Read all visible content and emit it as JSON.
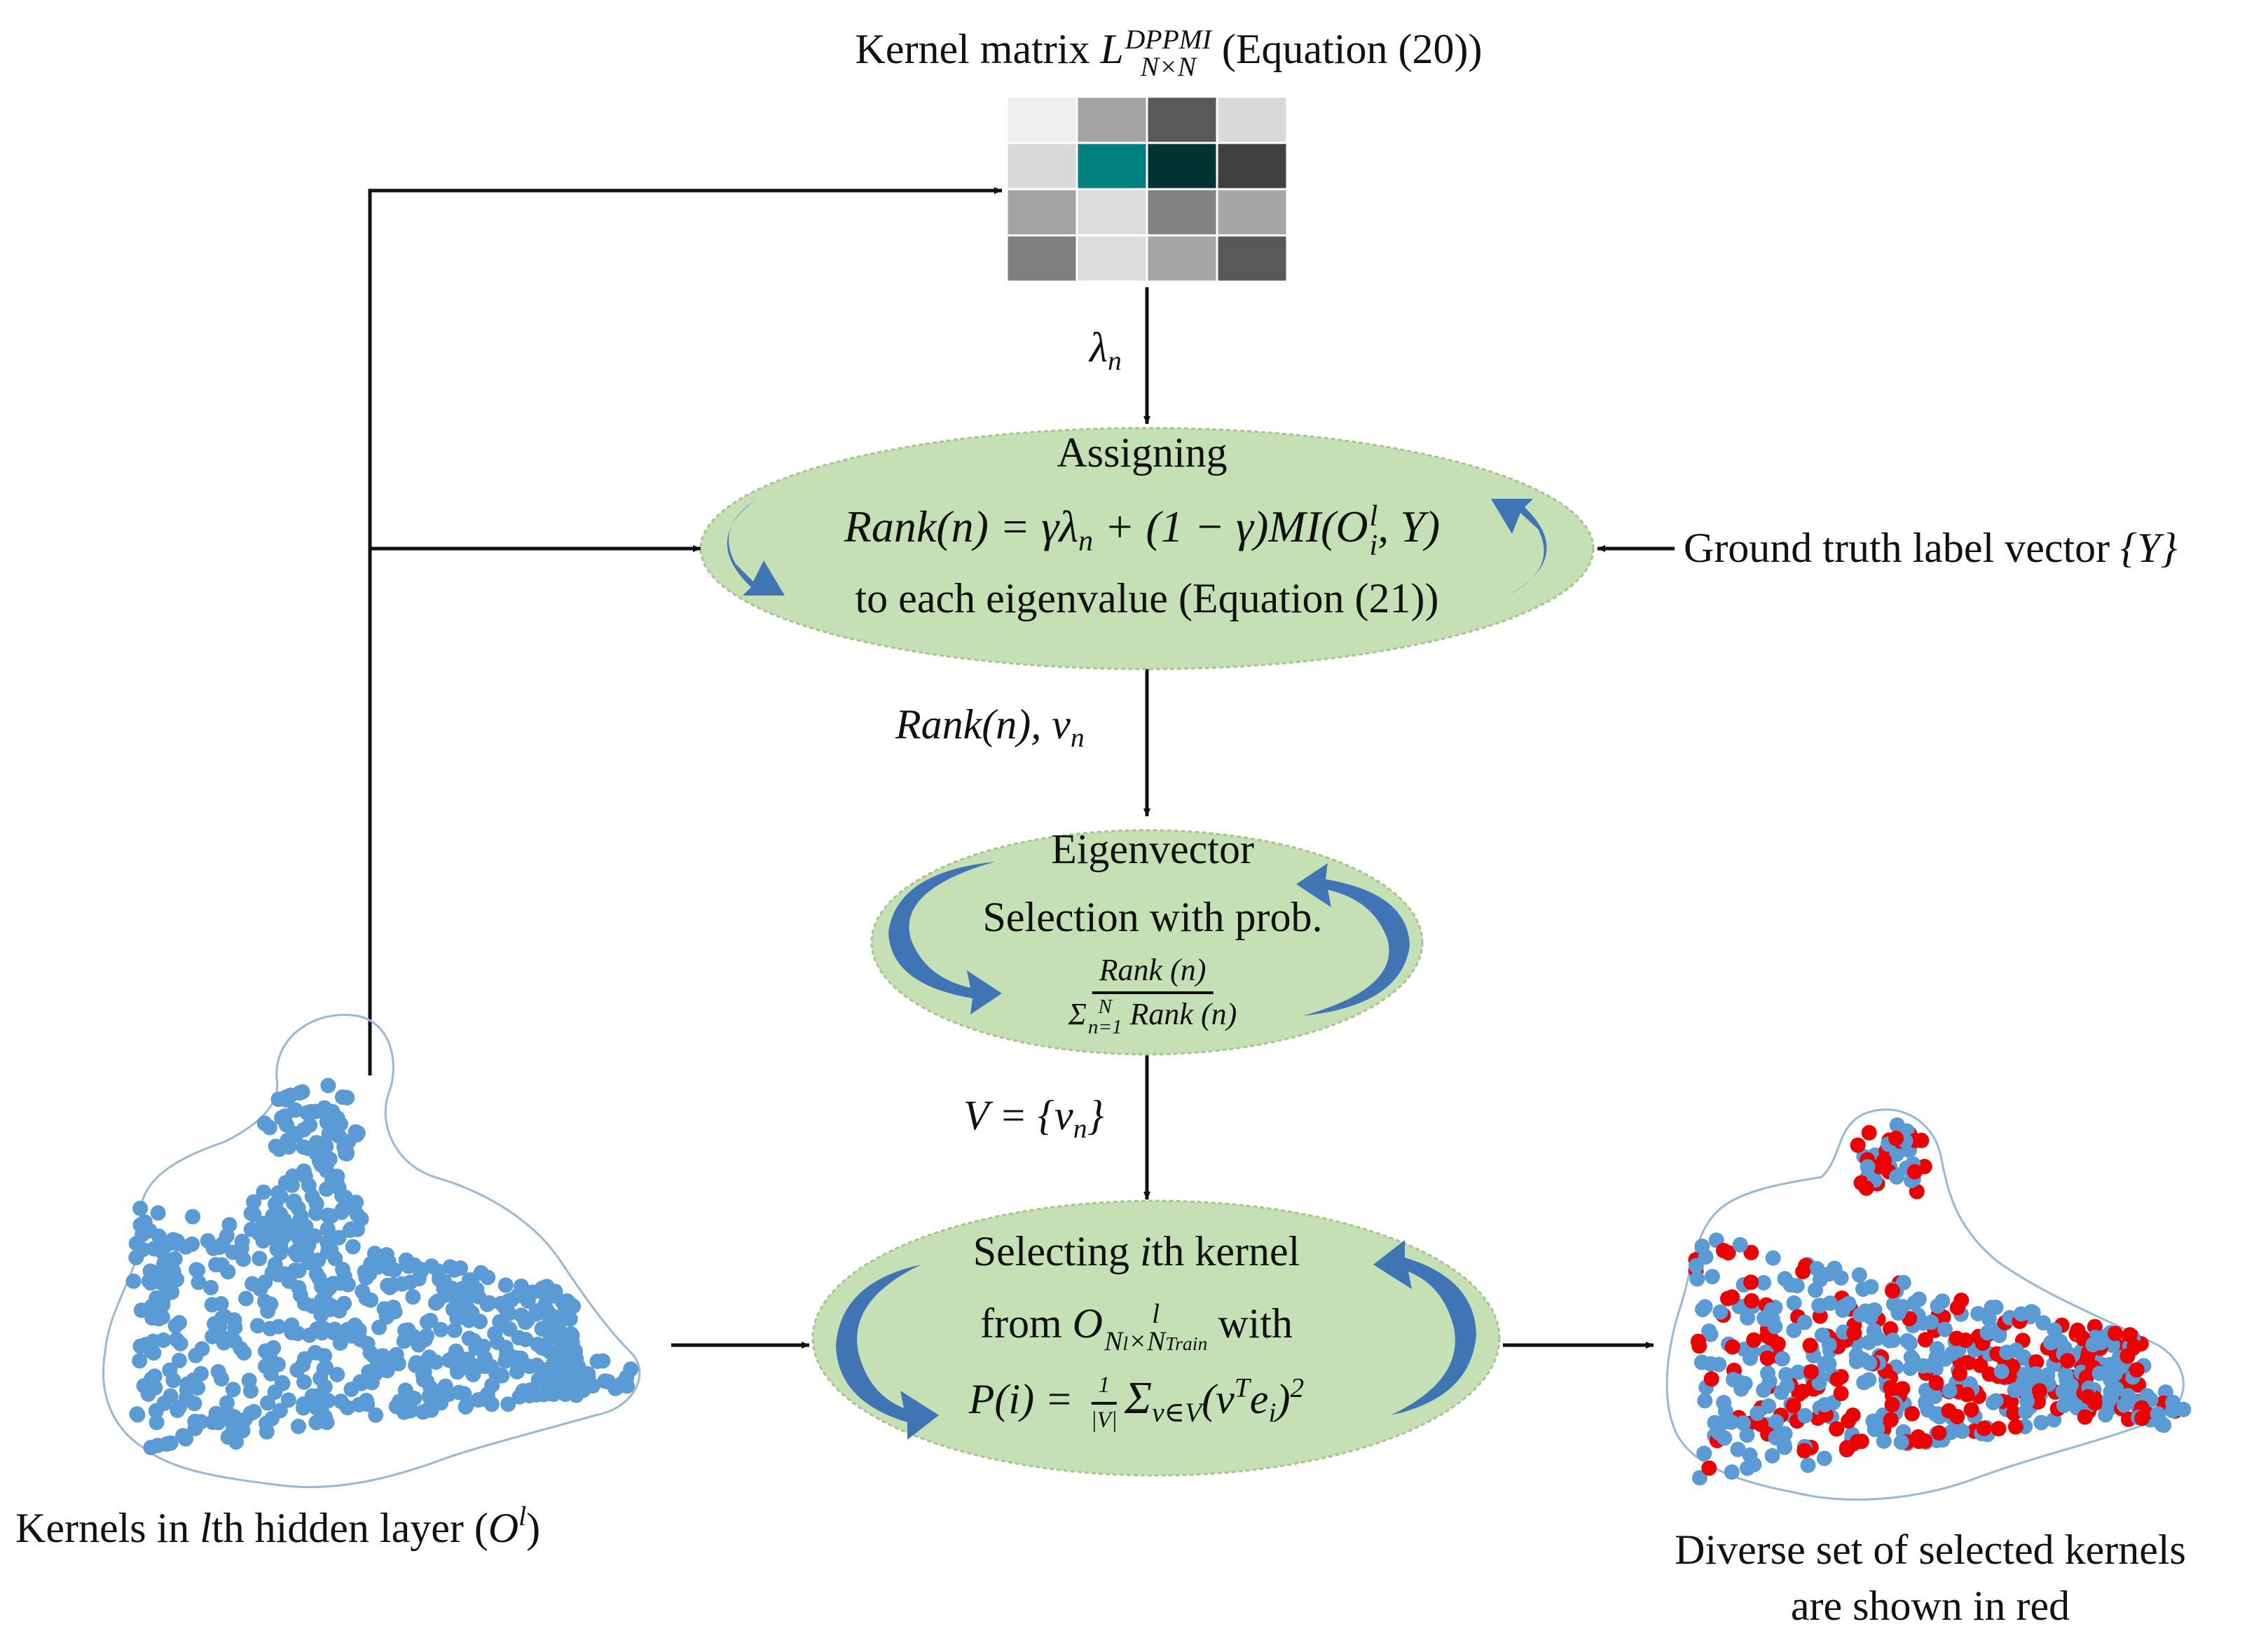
{
  "kernel_matrix": {
    "title_prefix": "Kernel matrix ",
    "L": "L",
    "sup": "DPPMI",
    "sub": "N×N",
    "title_suffix": " (Equation (20))",
    "cells": [
      [
        "#efefef",
        "#a3a3a3",
        "#595959",
        "#d9d9d9"
      ],
      [
        "#d9d9d9",
        "#008080",
        "#003333",
        "#404040"
      ],
      [
        "#a3a3a3",
        "#dcdcdc",
        "#828282",
        "#a6a6a6"
      ],
      [
        "#7f7f7f",
        "#dcdcdc",
        "#a6a6a6",
        "#595959"
      ]
    ]
  },
  "edge_lambda": {
    "base": "λ",
    "sub": "n"
  },
  "assign": {
    "title": "Assigning",
    "formula_a": "Rank(n) = γλ",
    "formula_a_sub": "n",
    "formula_b": " + (1 − γ)MI(O",
    "formula_b_sup": "l",
    "formula_b_sub": "i",
    "formula_c": ", Y)",
    "line3": "to each eigenvalue (Equation (21))"
  },
  "ground_truth": {
    "text": "Ground truth label vector ",
    "math": "{Y}"
  },
  "edge_rank": {
    "text": "Rank(n), ν",
    "sub": "n"
  },
  "eigen": {
    "line1": "Eigenvector",
    "line2": "Selection with prob.",
    "frac_num": "Rank (n)",
    "frac_den_sigma": "Σ",
    "frac_den_sup": "N",
    "frac_den_sub": "n=1",
    "frac_den_rest": " Rank (n)"
  },
  "edge_V": {
    "text": "V = {ν",
    "sub": "n",
    "close": "}"
  },
  "select": {
    "line1_a": "Selecting ",
    "line1_i": "i",
    "line1_b": "th kernel",
    "line2_a": "from ",
    "line2_O": "O",
    "line2_sup": "l",
    "line2_sub": "N",
    "line2_subsub": "l",
    "line2_sub2": "×N",
    "line2_subsub2": "Train",
    "line2_b": " with",
    "line3_a": "P(i) = ",
    "line3_num": "1",
    "line3_den": "|V|",
    "line3_sum": "Σ",
    "line3_sum_sub": "ν∈V",
    "line3_b": "(ν",
    "line3_sup": "T",
    "line3_c": "e",
    "line3_sub": "i",
    "line3_d": ")",
    "line3_sup2": "2"
  },
  "kernels_caption": {
    "a": "Kernels in ",
    "l": "l",
    "b": "th hidden layer (",
    "O": "O",
    "sup": "l",
    "c": ")"
  },
  "diverse_caption": {
    "line1": "Diverse set of selected kernels",
    "line2": "are shown in red"
  },
  "colors": {
    "ellipse_fill": "#c5e0b4",
    "ellipse_border": "#a9c48f",
    "curl_arrow": "#3f75b5",
    "dot_blue": "#5b9bd5",
    "dot_red": "#ee0000",
    "arrow": "#111111"
  }
}
